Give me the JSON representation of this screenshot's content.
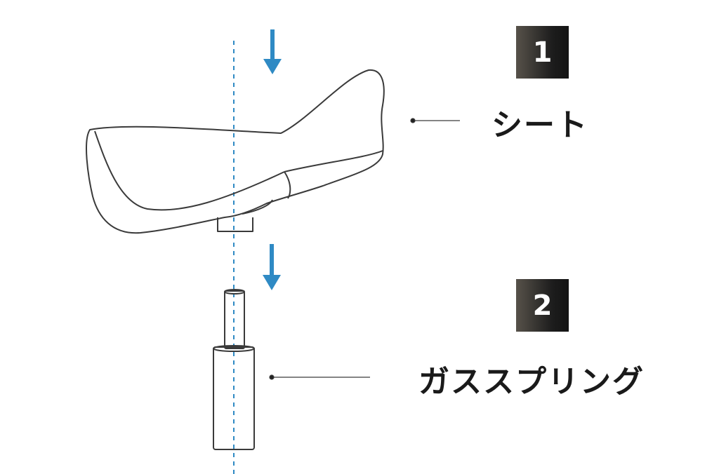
{
  "parts": [
    {
      "number": "1",
      "name": "シート"
    },
    {
      "number": "2",
      "name": "ガススプリング"
    }
  ],
  "colors": {
    "arrow": "#2f8ac4",
    "line": "#3a3a3a",
    "badge": "#1c1c1c"
  }
}
